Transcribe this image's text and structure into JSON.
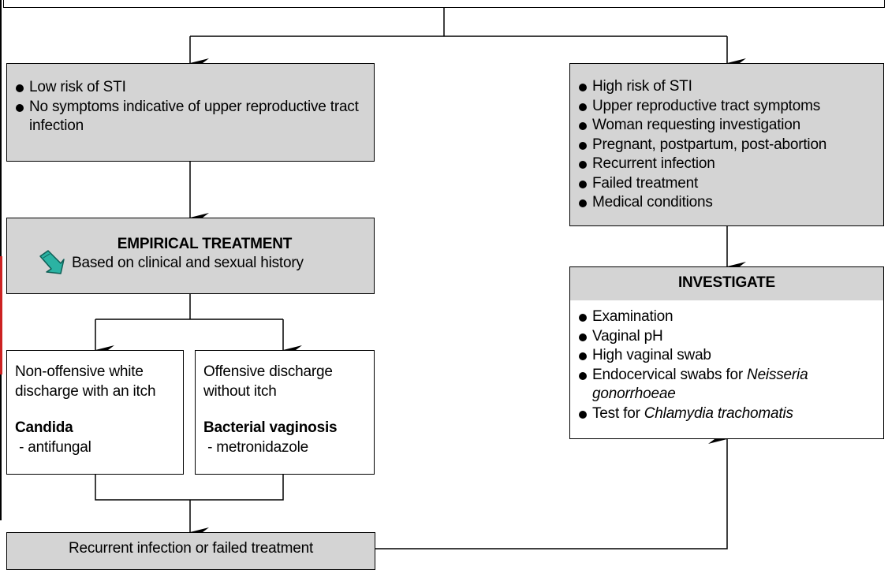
{
  "low_risk": {
    "items": [
      "Low risk of STI",
      "No symptoms indicative of upper reproductive tract infection"
    ]
  },
  "high_risk": {
    "items": [
      "High risk of STI",
      "Upper reproductive tract symptoms",
      "Woman requesting investigation",
      "Pregnant, postpartum, post-abortion",
      "Recurrent infection",
      "Failed treatment",
      "Medical conditions"
    ]
  },
  "empirical": {
    "title": "EMPIRICAL TREATMENT",
    "subtitle": "Based on clinical and sexual history",
    "icon": "hand-pointer-icon",
    "icon_color": "#2bb3a3"
  },
  "investigate": {
    "title": "INVESTIGATE",
    "items": {
      "examination": "Examination",
      "ph": "Vaginal pH",
      "hvs": "High vaginal swab",
      "endo_prefix": "Endocervical swabs for ",
      "endo_italic": "Neisseria gonorrhoeae",
      "chl_prefix": "Test for ",
      "chl_italic": "Chlamydia trachomatis"
    }
  },
  "candida": {
    "description": "Non-offensive white discharge with an itch",
    "name": "Candida",
    "treatment": " - antifungal"
  },
  "bv": {
    "description": "Offensive discharge without itch",
    "name": "Bacterial vaginosis",
    "treatment": " - metronidazole"
  },
  "recurrent": {
    "text": "Recurrent infection or failed treatment"
  },
  "colors": {
    "box_fill": "#d4d4d4",
    "line": "#000000",
    "accent_red": "#cc2222"
  }
}
